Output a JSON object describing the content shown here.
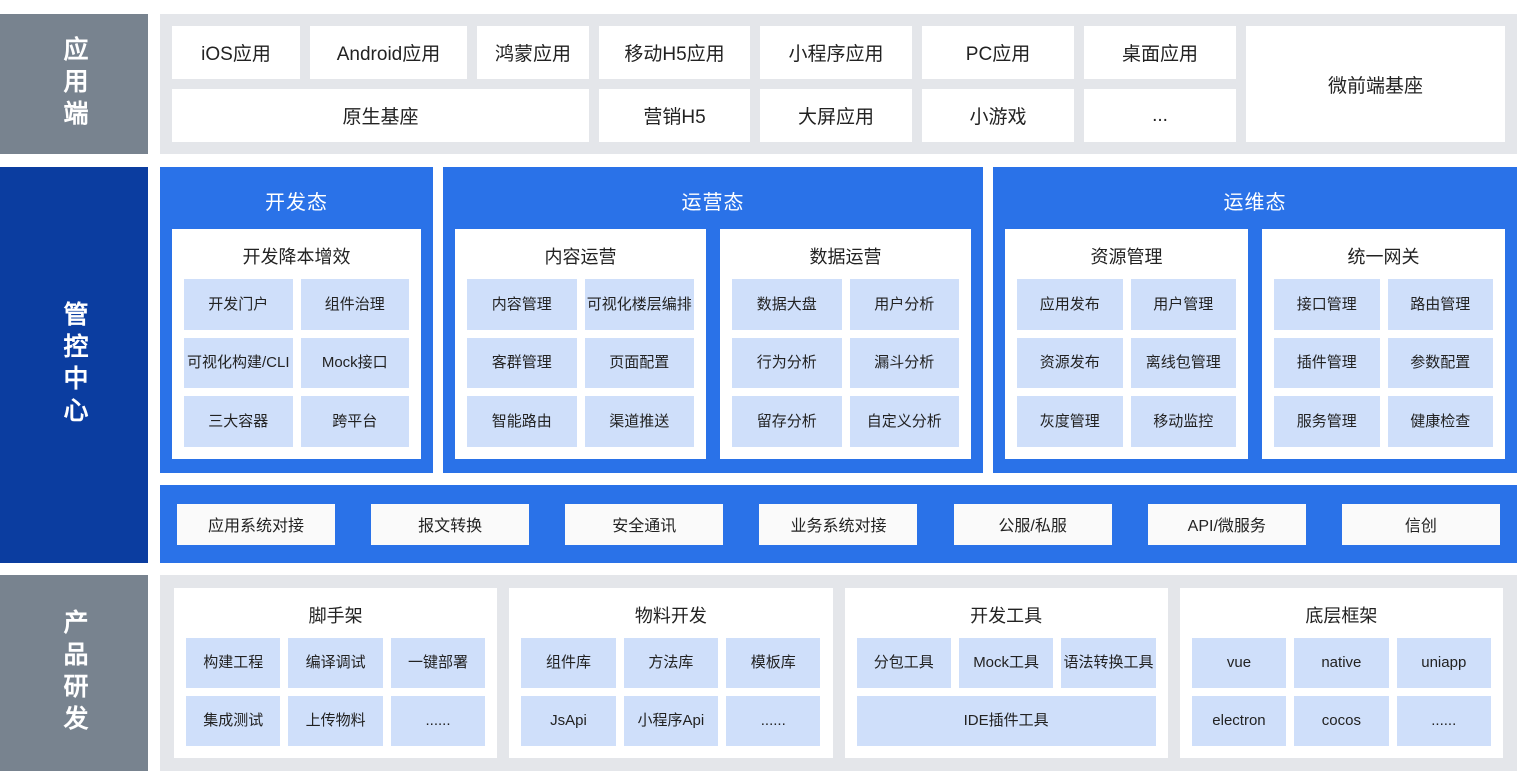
{
  "layers": {
    "application": {
      "rail_label": "应用端",
      "row1": [
        "iOS应用",
        "Android应用",
        "鸿蒙应用",
        "移动H5应用",
        "小程序应用",
        "PC应用",
        "桌面应用"
      ],
      "row2": [
        "原生基座",
        "营销H5",
        "大屏应用",
        "小游戏",
        "..."
      ],
      "tall_card": "微前端基座"
    },
    "control_center": {
      "rail_label": "管控中心",
      "states": [
        {
          "title": "开发态",
          "panels": [
            {
              "title": "开发降本增效",
              "tiles": [
                "开发门户",
                "组件治理",
                "可视化构建/CLI",
                "Mock接口",
                "三大容器",
                "跨平台"
              ]
            }
          ]
        },
        {
          "title": "运营态",
          "panels": [
            {
              "title": "内容运营",
              "tiles": [
                "内容管理",
                "可视化楼层编排",
                "客群管理",
                "页面配置",
                "智能路由",
                "渠道推送"
              ]
            },
            {
              "title": "数据运营",
              "tiles": [
                "数据大盘",
                "用户分析",
                "行为分析",
                "漏斗分析",
                "留存分析",
                "自定义分析"
              ]
            }
          ]
        },
        {
          "title": "运维态",
          "panels": [
            {
              "title": "资源管理",
              "tiles": [
                "应用发布",
                "用户管理",
                "资源发布",
                "离线包管理",
                "灰度管理",
                "移动监控"
              ]
            },
            {
              "title": "统一网关",
              "tiles": [
                "接口管理",
                "路由管理",
                "插件管理",
                "参数配置",
                "服务管理",
                "健康检查"
              ]
            }
          ]
        }
      ]
    },
    "integration": {
      "items": [
        "应用系统对接",
        "报文转换",
        "安全通讯",
        "业务系统对接",
        "公服/私服",
        "API/微服务",
        "信创"
      ]
    },
    "product_rd": {
      "rail_label": "产品研发",
      "cards": [
        {
          "title": "脚手架",
          "tiles": [
            "构建工程",
            "编译调试",
            "一键部署",
            "集成测试",
            "上传物料",
            "......"
          ],
          "wide_tile": null
        },
        {
          "title": "物料开发",
          "tiles": [
            "组件库",
            "方法库",
            "模板库",
            "JsApi",
            "小程序Api",
            "......"
          ],
          "wide_tile": null
        },
        {
          "title": "开发工具",
          "tiles": [
            "分包工具",
            "Mock工具",
            "语法转换工具"
          ],
          "wide_tile": "IDE插件工具"
        },
        {
          "title": "底层框架",
          "tiles": [
            "vue",
            "native",
            "uniapp",
            "electron",
            "cocos",
            "......"
          ],
          "wide_tile": null
        }
      ]
    }
  },
  "colors": {
    "rail_gray": "#78838f",
    "rail_navy": "#0b3da0",
    "state_blue": "#2a72e8",
    "tile_blue": "#cfdffa",
    "band_gray": "#e4e6ea"
  }
}
